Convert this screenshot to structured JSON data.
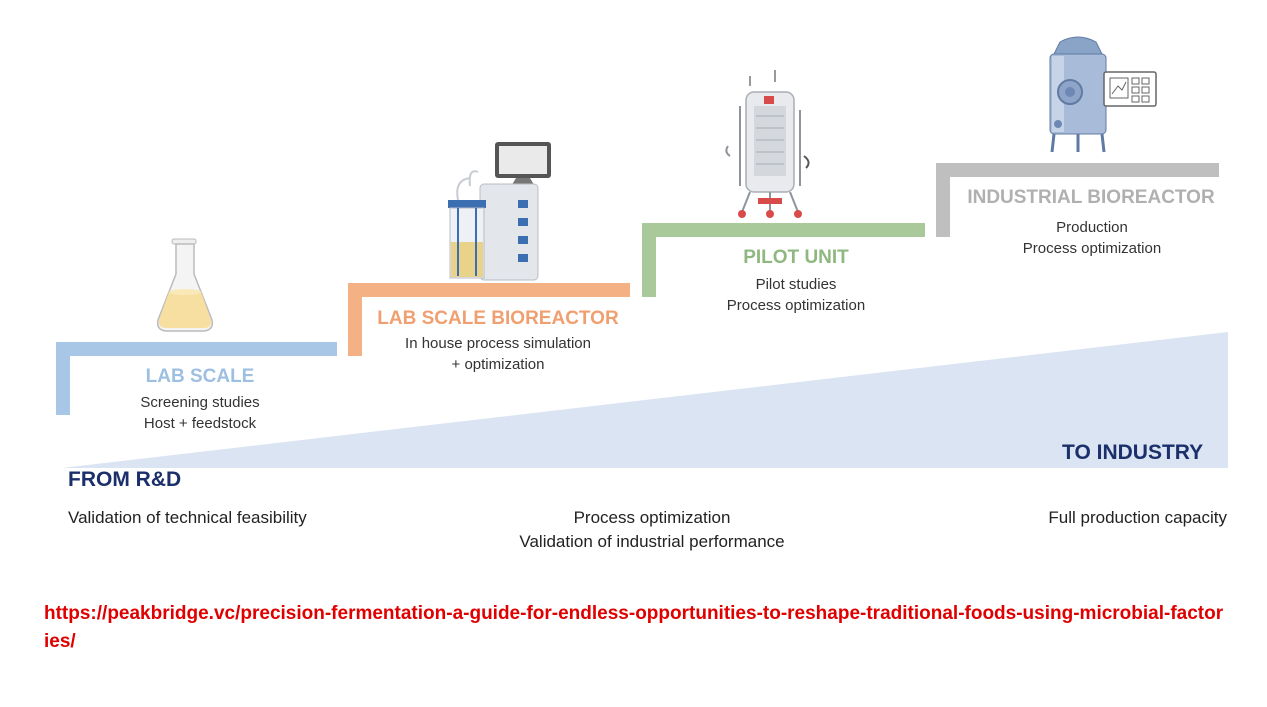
{
  "stages": [
    {
      "title": "LAB SCALE",
      "lines": [
        "Screening studies",
        "Host + feedstock"
      ],
      "color": "#a8c6e6",
      "icon": "erlenmeyer-flask-icon"
    },
    {
      "title": "LAB SCALE BIOREACTOR",
      "lines": [
        "In house process simulation",
        "+ optimization"
      ],
      "color": "#f4b183",
      "icon": "lab-bioreactor-icon"
    },
    {
      "title": "PILOT UNIT",
      "lines": [
        "Pilot studies",
        "Process optimization"
      ],
      "color": "#a9c99a",
      "icon": "pilot-fermenter-icon"
    },
    {
      "title": "INDUSTRIAL BIOREACTOR",
      "lines": [
        "Production",
        "Process optimization"
      ],
      "color": "#bfbfbf",
      "icon": "industrial-tank-icon"
    }
  ],
  "axis": {
    "start_label": "FROM R&D",
    "end_label": "TO INDUSTRY",
    "wedge_color": "#dbe4f3"
  },
  "bottom": {
    "left": [
      "Validation of technical feasibility"
    ],
    "middle": [
      "Process optimization",
      "Validation of industrial performance"
    ],
    "right": [
      "Full production capacity"
    ]
  },
  "source_url": "https://peakbridge.vc/precision-fermentation-a-guide-for-endless-opportunities-to-reshape-traditional-foods-using-microbial-factories/"
}
